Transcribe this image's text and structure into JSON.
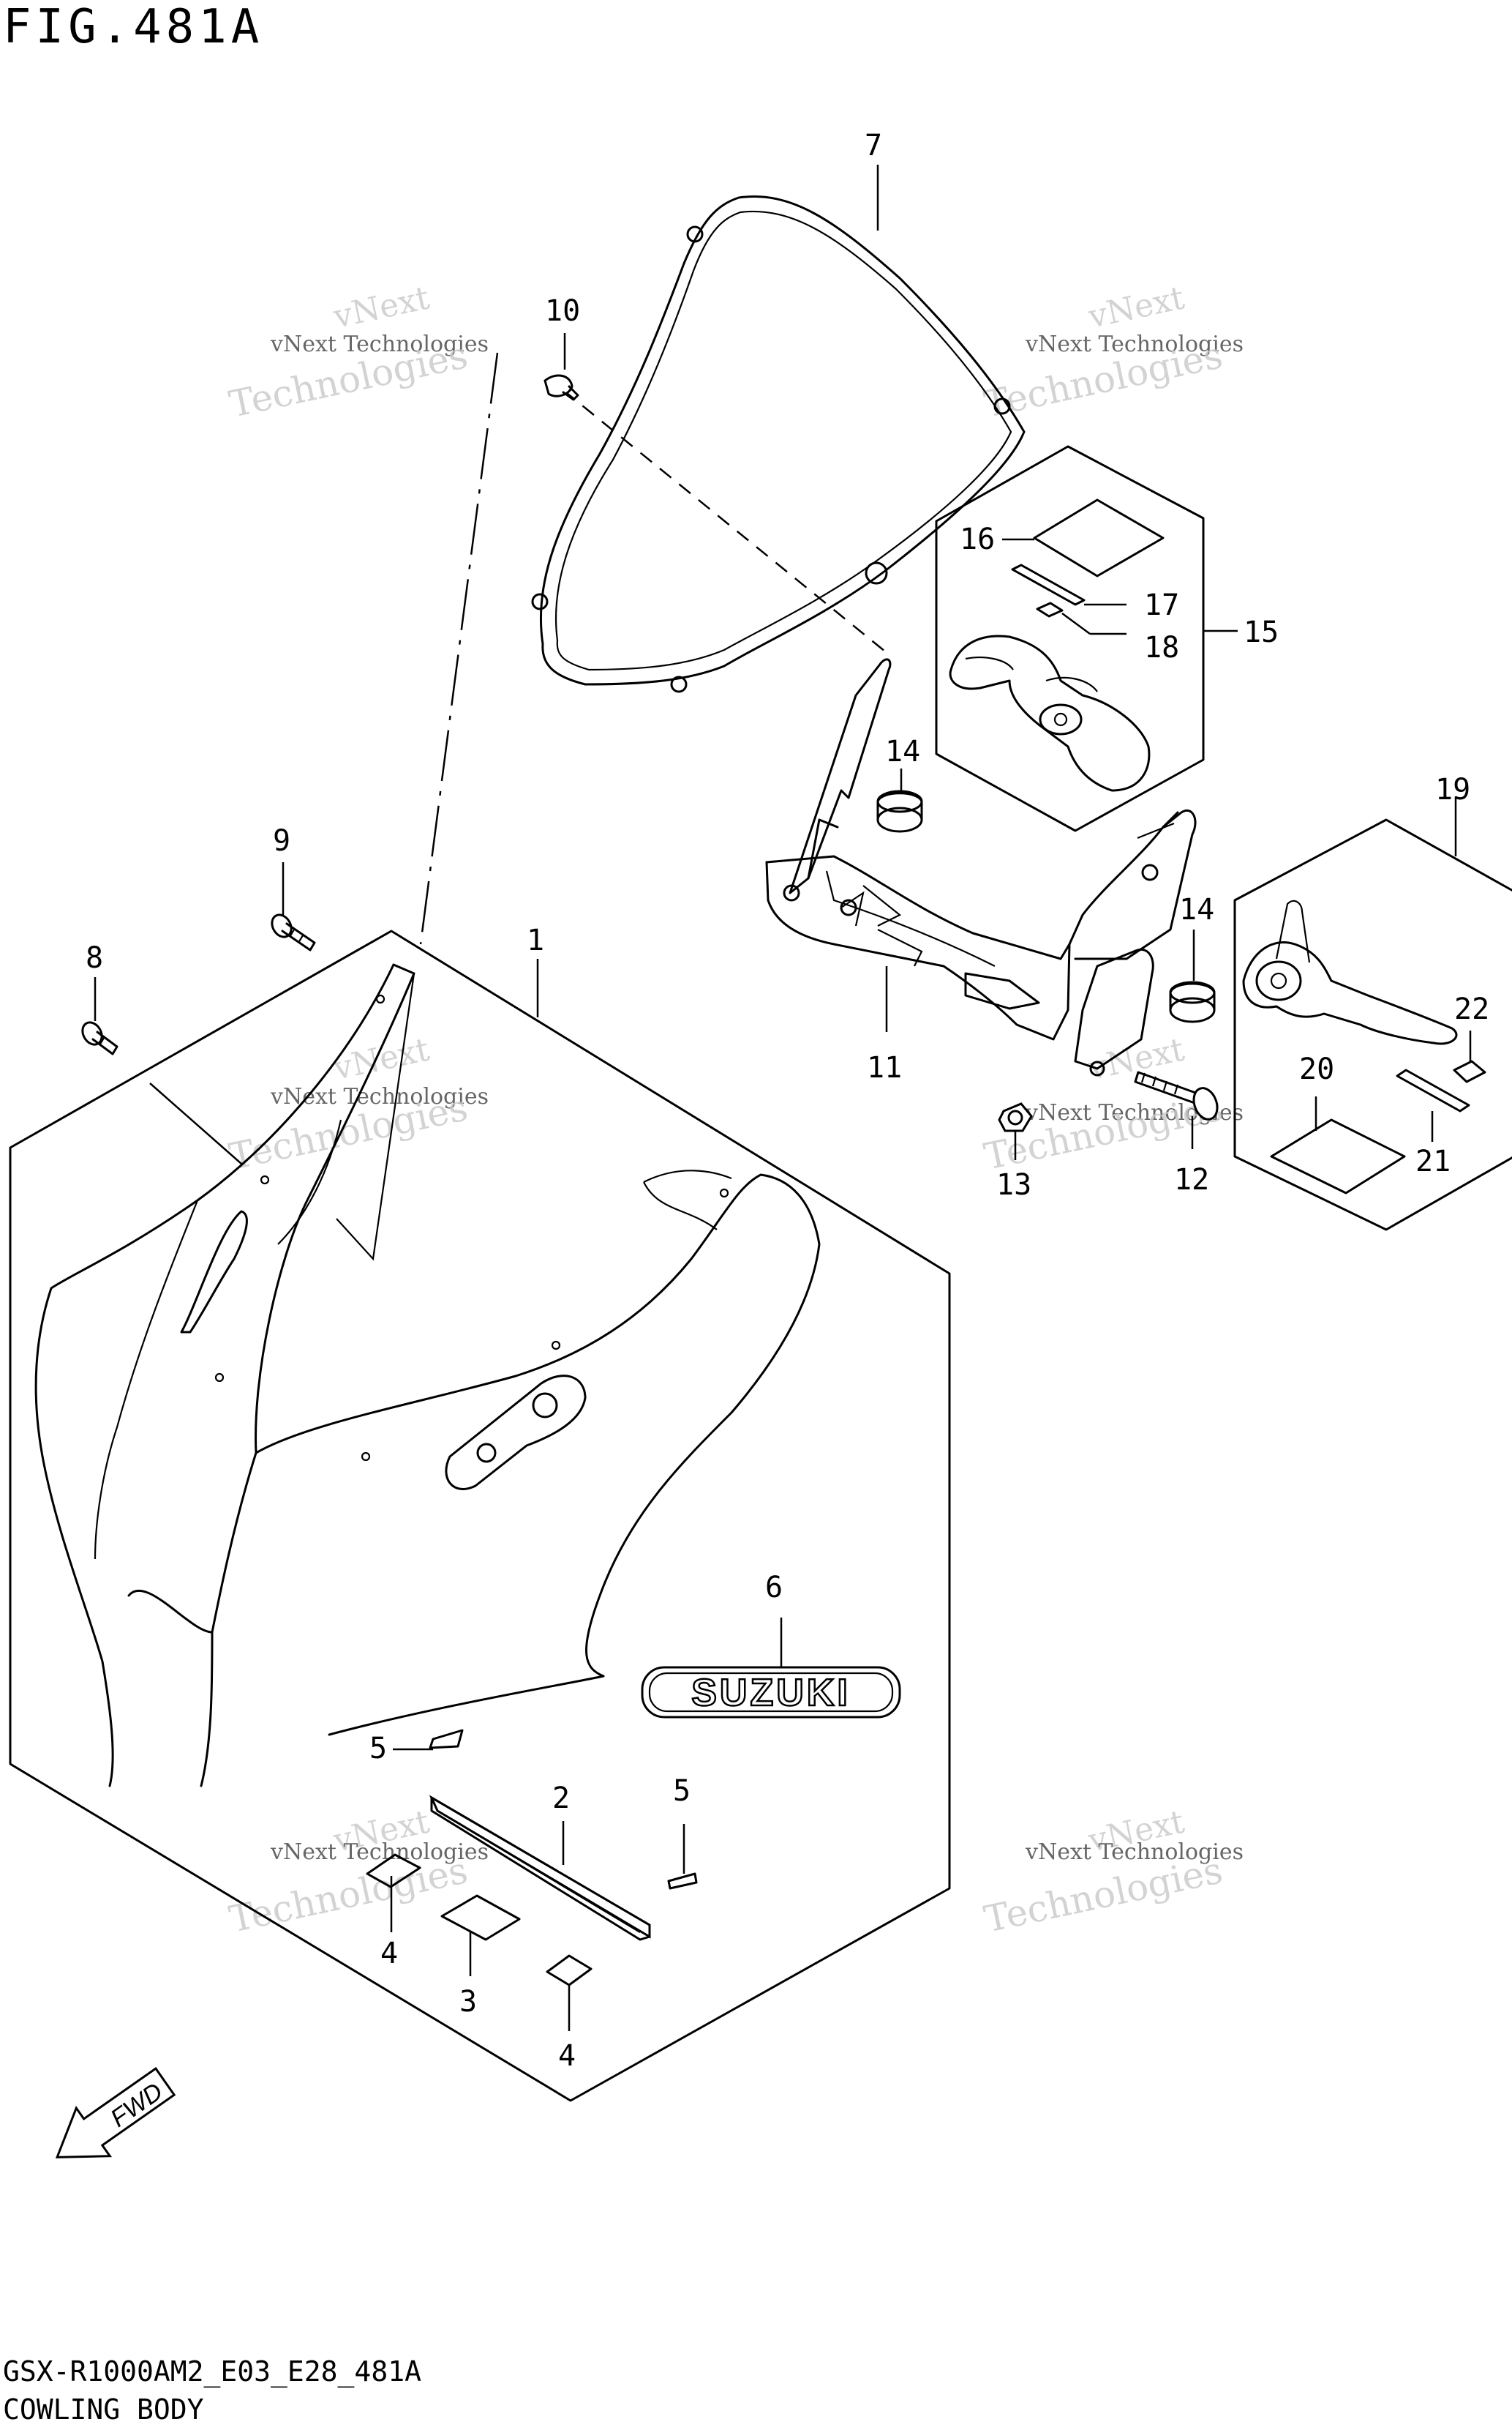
{
  "figure": {
    "title": "FIG.481A",
    "model_code": "GSX-R1000AM2_E03_E28_481A",
    "section": "COWLING BODY"
  },
  "watermark": {
    "line1": "vNext Technologies",
    "line2": "vNext",
    "line3": "Technologies"
  },
  "logo_text": "SUZUKI",
  "fwd_text": "FWD",
  "callouts": {
    "c1": "1",
    "c2": "2",
    "c3": "3",
    "c4a": "4",
    "c4b": "4",
    "c5a": "5",
    "c5b": "5",
    "c6": "6",
    "c7": "7",
    "c8": "8",
    "c9": "9",
    "c10": "10",
    "c11": "11",
    "c12": "12",
    "c13": "13",
    "c14a": "14",
    "c14b": "14",
    "c15": "15",
    "c16": "16",
    "c17": "17",
    "c18": "18",
    "c19": "19",
    "c20": "20",
    "c21": "21",
    "c22": "22"
  }
}
